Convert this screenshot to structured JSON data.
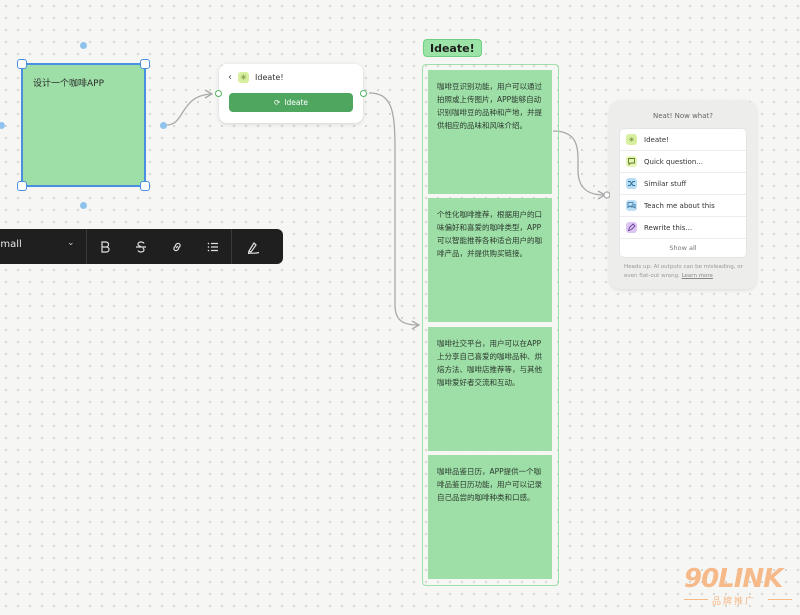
{
  "sticky": {
    "text": "设计一个咖啡APP"
  },
  "ideate_node": {
    "title": "Ideate!",
    "button_label": "Ideate",
    "back_icon": "chevron-left-icon",
    "node_icon": "sparkle-icon"
  },
  "toolbar": {
    "size_label": "Small",
    "caret": "⌄",
    "icons": [
      "bold-icon",
      "strikethrough-icon",
      "link-icon",
      "list-icon",
      "signature-icon"
    ]
  },
  "group": {
    "label": "Ideate!",
    "cards": [
      "咖啡豆识别功能，用户可以通过拍照或上传图片，APP能够自动识别咖啡豆的品种和产地，并提供相应的品味和风味介绍。",
      "个性化咖啡推荐，根据用户的口味偏好和喜爱的咖啡类型，APP可以智能推荐各种适合用户的咖啡产品，并提供购买链接。",
      "咖啡社交平台，用户可以在APP上分享自己喜爱的咖啡品种、烘焙方法、咖啡店推荐等，与其他咖啡爱好者交流和互动。",
      "咖啡品鉴日历，APP提供一个咖啡品鉴日历功能，用户可以记录自己品尝的咖啡种类和口感。"
    ]
  },
  "ai_menu": {
    "title": "Neat! Now what?",
    "items": [
      {
        "label": "Ideate!",
        "icon": "sparkle-icon",
        "color": "#d7ef9f"
      },
      {
        "label": "Quick question...",
        "icon": "speech-bubble-icon",
        "color": "#e4f4b4"
      },
      {
        "label": "Similar stuff",
        "icon": "shuffle-icon",
        "color": "#b9dcf5"
      },
      {
        "label": "Teach me about this",
        "icon": "chat-bubbles-icon",
        "color": "#bfe0f6"
      },
      {
        "label": "Rewrite this...",
        "icon": "pen-icon",
        "color": "#dcc6f2"
      }
    ],
    "show_all": "Show all",
    "footer": "Heads up: AI outputs can be misleading, or even flat-out wrong.",
    "learn_more": "Learn more"
  },
  "watermark": {
    "main": "90LINK",
    "sub": "品牌推广"
  },
  "colors": {
    "sticky": "#9ddfa6",
    "selection": "#4a90e2",
    "accent_green": "#4fa65f",
    "toolbar": "#1f1f1f"
  }
}
